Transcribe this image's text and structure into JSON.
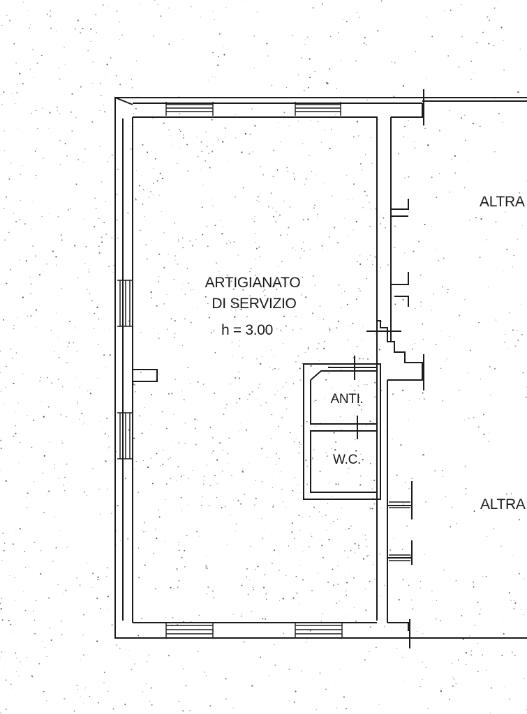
{
  "plan": {
    "room_main_line1": "ARTIGIANATO",
    "room_main_line2": "DI SERVIZIO",
    "height_note": "h = 3.00",
    "room_anti": "ANTI.",
    "room_wc": "W.C.",
    "neighbor_top": "ALTRA",
    "neighbor_bottom": "ALTRA"
  },
  "colors": {
    "ink": "#1a1a1a",
    "paper": "#ffffff",
    "speckle": "#444444"
  }
}
